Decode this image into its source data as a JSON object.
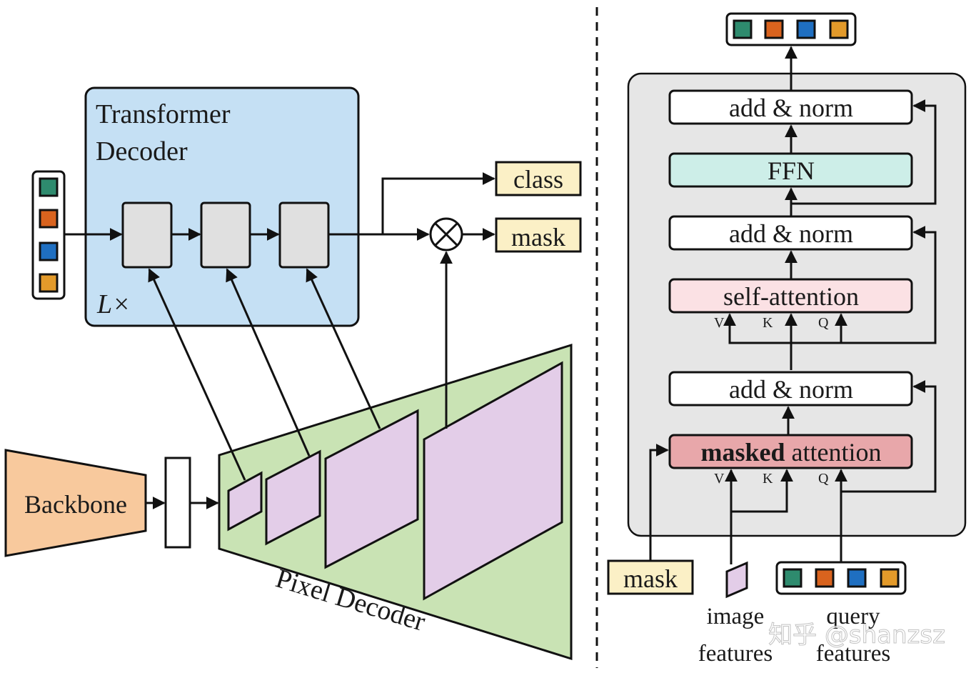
{
  "colors": {
    "teal": "#2e8b6e",
    "orange": "#d9631e",
    "blue": "#1f6fc1",
    "gold": "#e39a2a",
    "transformer_bg": "#c5e0f4",
    "block_gray": "#e0e0e0",
    "backbone": "#f8c99d",
    "pixel_decoder": "#c9e3b4",
    "feature_map": "#e3cde8",
    "label_bg": "#fbf0c6",
    "layer_panel": "#e6e6e6",
    "ffn": "#cdeee8",
    "self_attention": "#fbe1e4",
    "masked_attention": "#e8a7aa"
  },
  "left": {
    "transformer_title_line1": "Transformer",
    "transformer_title_line2": "Decoder",
    "repeat_label": "L×",
    "backbone_label": "Backbone",
    "pixel_decoder_label": "Pixel Decoder",
    "output_class": "class",
    "output_mask": "mask",
    "product_symbol": "⊗"
  },
  "right": {
    "add_norm": "add & norm",
    "ffn": "FFN",
    "self_attention": "self-attention",
    "masked_bold": "masked",
    "masked_rest": " attention",
    "v": "V",
    "k": "K",
    "q": "Q",
    "mask_input": "mask",
    "image_features_line1": "image",
    "image_features_line2": "features",
    "query_features_line1": "query",
    "query_features_line2": "features"
  },
  "watermark": "知乎 @shanzsz"
}
